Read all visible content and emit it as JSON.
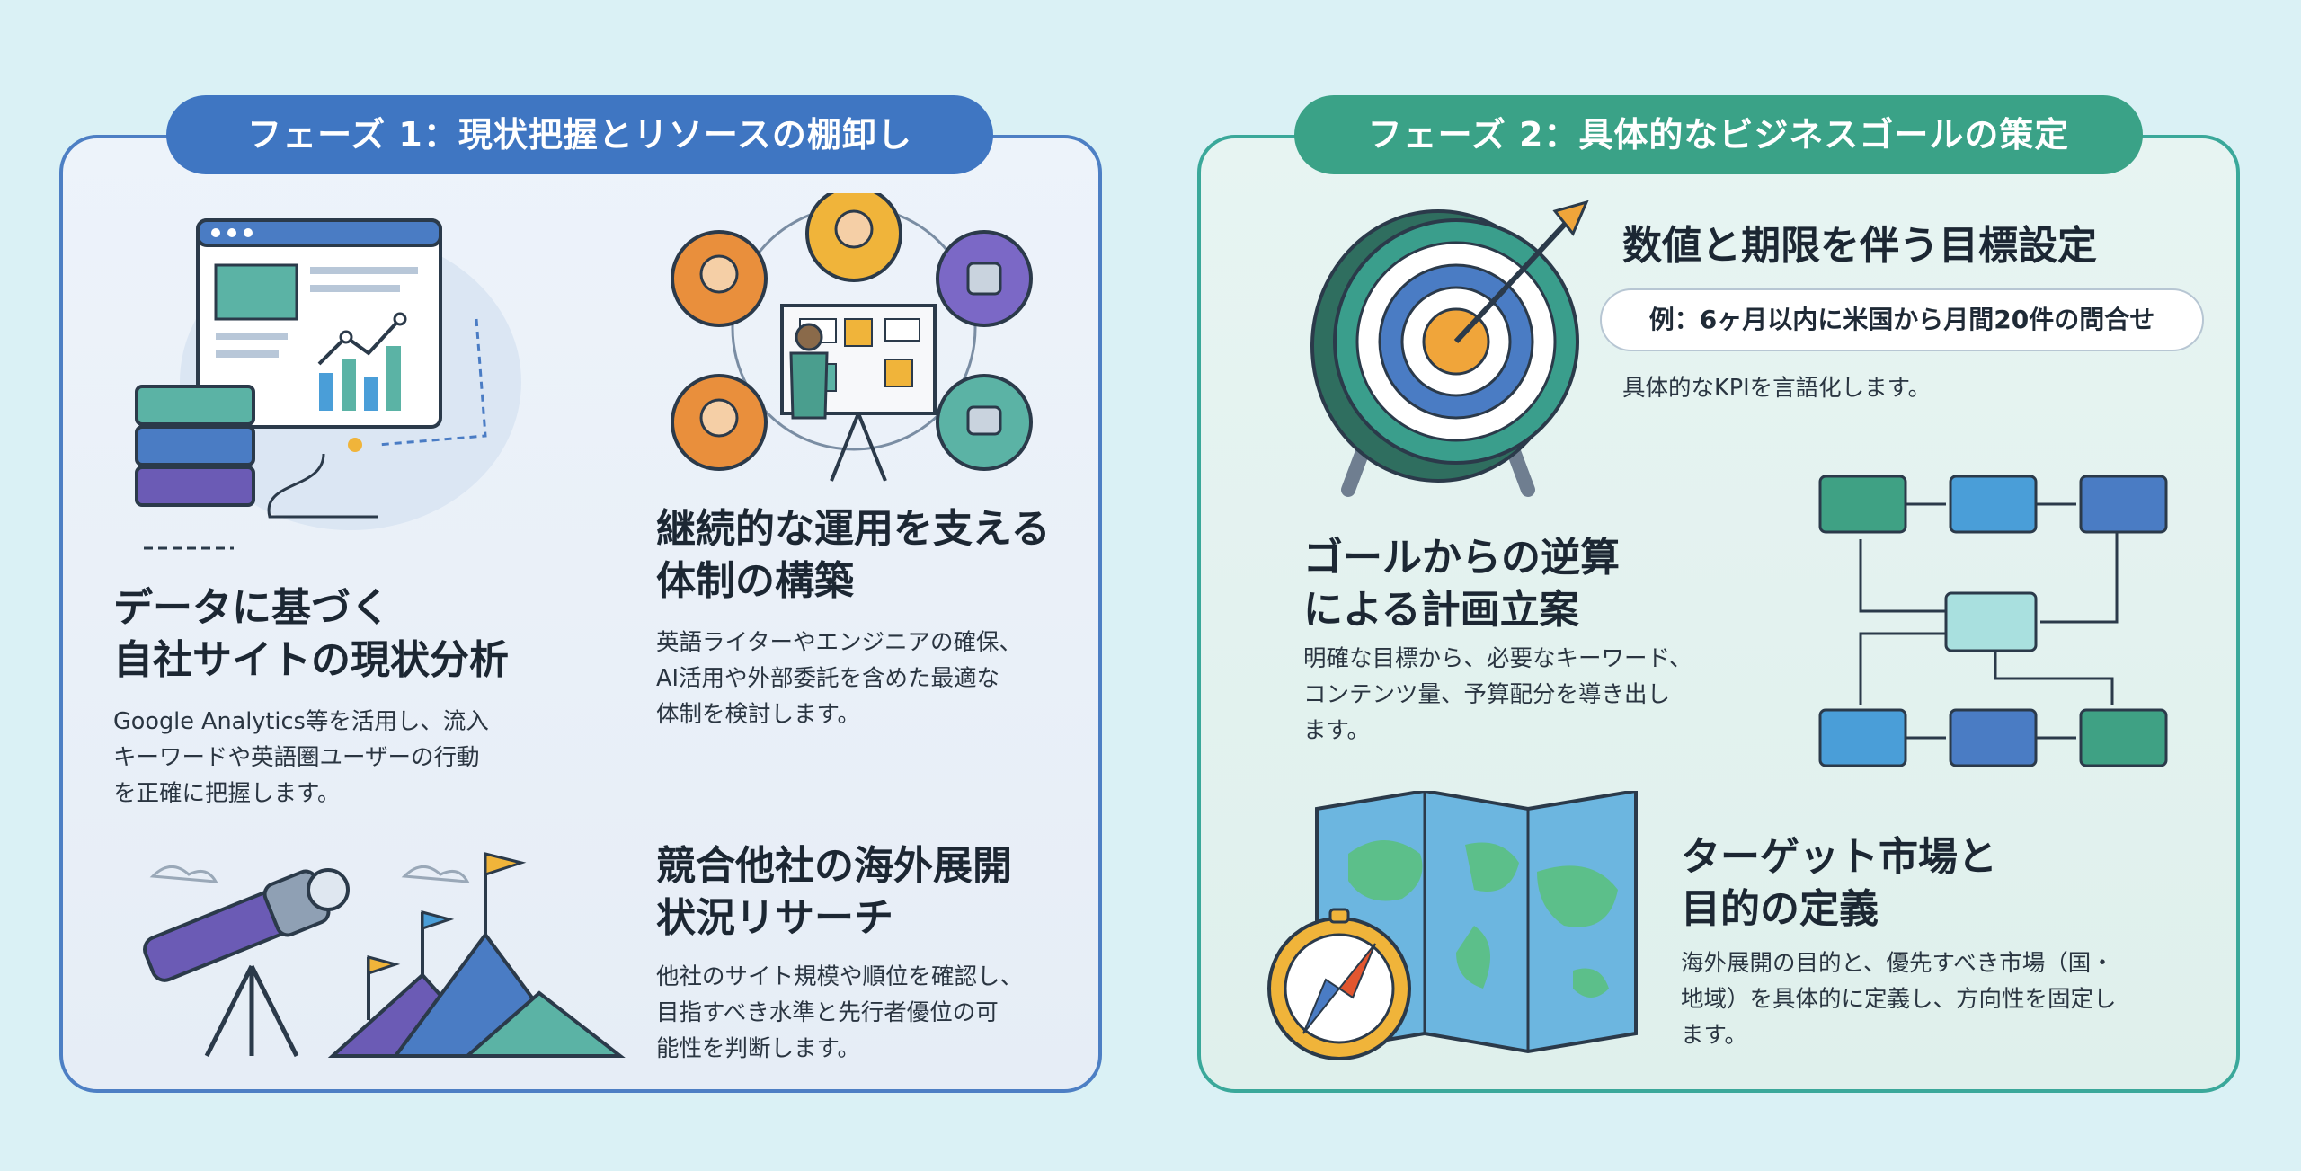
{
  "phase1": {
    "title": "フェーズ 1：現状把握とリソースの棚卸し",
    "items": [
      {
        "heading_line1": "データに基づく",
        "heading_line2": "自社サイトの現状分析",
        "body_lines": [
          "Google Analytics等を活用し、流入",
          "キーワードや英語圏ユーザーの行動",
          "を正確に把握します。"
        ],
        "icon": "analytics-dashboard-icon"
      },
      {
        "heading_line1": "継続的な運用を支える",
        "heading_line2": "体制の構築",
        "body_lines": [
          "英語ライターやエンジニアの確保、",
          "AI活用や外部委託を含めた最適な",
          "体制を検討します。"
        ],
        "icon": "team-whiteboard-icon"
      },
      {
        "heading_line1": "競合他社の海外展開",
        "heading_line2": "状況リサーチ",
        "body_lines": [
          "他社のサイト規模や順位を確認し、",
          "目指すべき水準と先行者優位の可",
          "能性を判断します。"
        ],
        "icon": "telescope-mountains-icon"
      }
    ]
  },
  "phase2": {
    "title": "フェーズ 2：具体的なビジネスゴールの策定",
    "items": [
      {
        "heading": "数値と期限を伴う目標設定",
        "example": "例：6ヶ月以内に米国から月間20件の問合せ",
        "body_lines": [
          "具体的なKPIを言語化します。"
        ],
        "icon": "target-arrow-icon"
      },
      {
        "heading_line1": "ゴールからの逆算",
        "heading_line2": "による計画立案",
        "body_lines": [
          "明確な目標から、必要なキーワード、",
          "コンテンツ量、予算配分を導き出し",
          "ます。"
        ],
        "icon": "flowchart-icon"
      },
      {
        "heading_line1": "ターゲット市場と",
        "heading_line2": "目的の定義",
        "body_lines": [
          "海外展開の目的と、優先すべき市場（国・",
          "地域）を具体的に定義し、方向性を固定し",
          "ます。"
        ],
        "icon": "map-compass-icon"
      }
    ]
  },
  "colors": {
    "phase1_accent": "#3f76c2",
    "phase2_accent": "#3aa287",
    "background": "#daf1f5"
  }
}
